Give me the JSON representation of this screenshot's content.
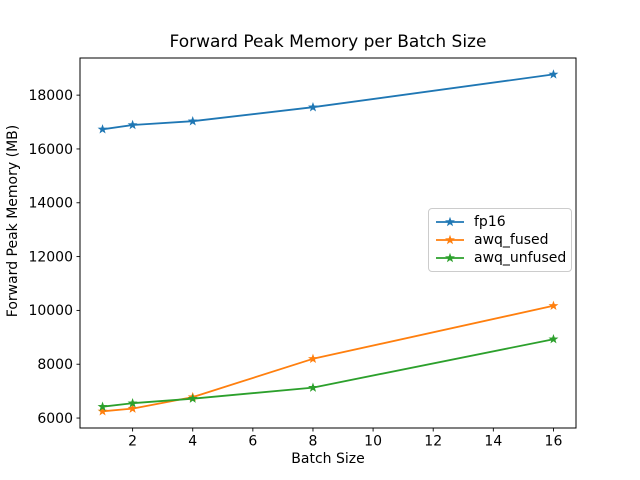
{
  "figure": {
    "background": "#ffffff",
    "text_color": "#000000",
    "frame_color": "#000000",
    "legend_border_color": "#cccccc"
  },
  "chart_data": {
    "type": "line",
    "title": "Forward Peak Memory per Batch Size",
    "xlabel": "Batch Size",
    "ylabel": "Forward Peak Memory (MB)",
    "x": [
      1,
      2,
      4,
      8,
      16
    ],
    "series": [
      {
        "name": "fp16",
        "color": "#1f77b4",
        "marker": "star",
        "values": [
          16730,
          16890,
          17030,
          17550,
          18770
        ]
      },
      {
        "name": "awq_fused",
        "color": "#ff7f0e",
        "marker": "star",
        "values": [
          6250,
          6350,
          6780,
          8200,
          10170
        ]
      },
      {
        "name": "awq_unfused",
        "color": "#2ca02c",
        "marker": "star",
        "values": [
          6420,
          6550,
          6720,
          7130,
          8930
        ]
      }
    ],
    "xticks": [
      2,
      4,
      6,
      8,
      10,
      12,
      14,
      16
    ],
    "yticks": [
      6000,
      8000,
      10000,
      12000,
      14000,
      16000,
      18000
    ],
    "xlim": [
      0.25,
      16.75
    ],
    "ylim": [
      5630,
      19380
    ],
    "grid": false,
    "legend": {
      "position": "center right",
      "entries": [
        "fp16",
        "awq_fused",
        "awq_unfused"
      ]
    }
  }
}
